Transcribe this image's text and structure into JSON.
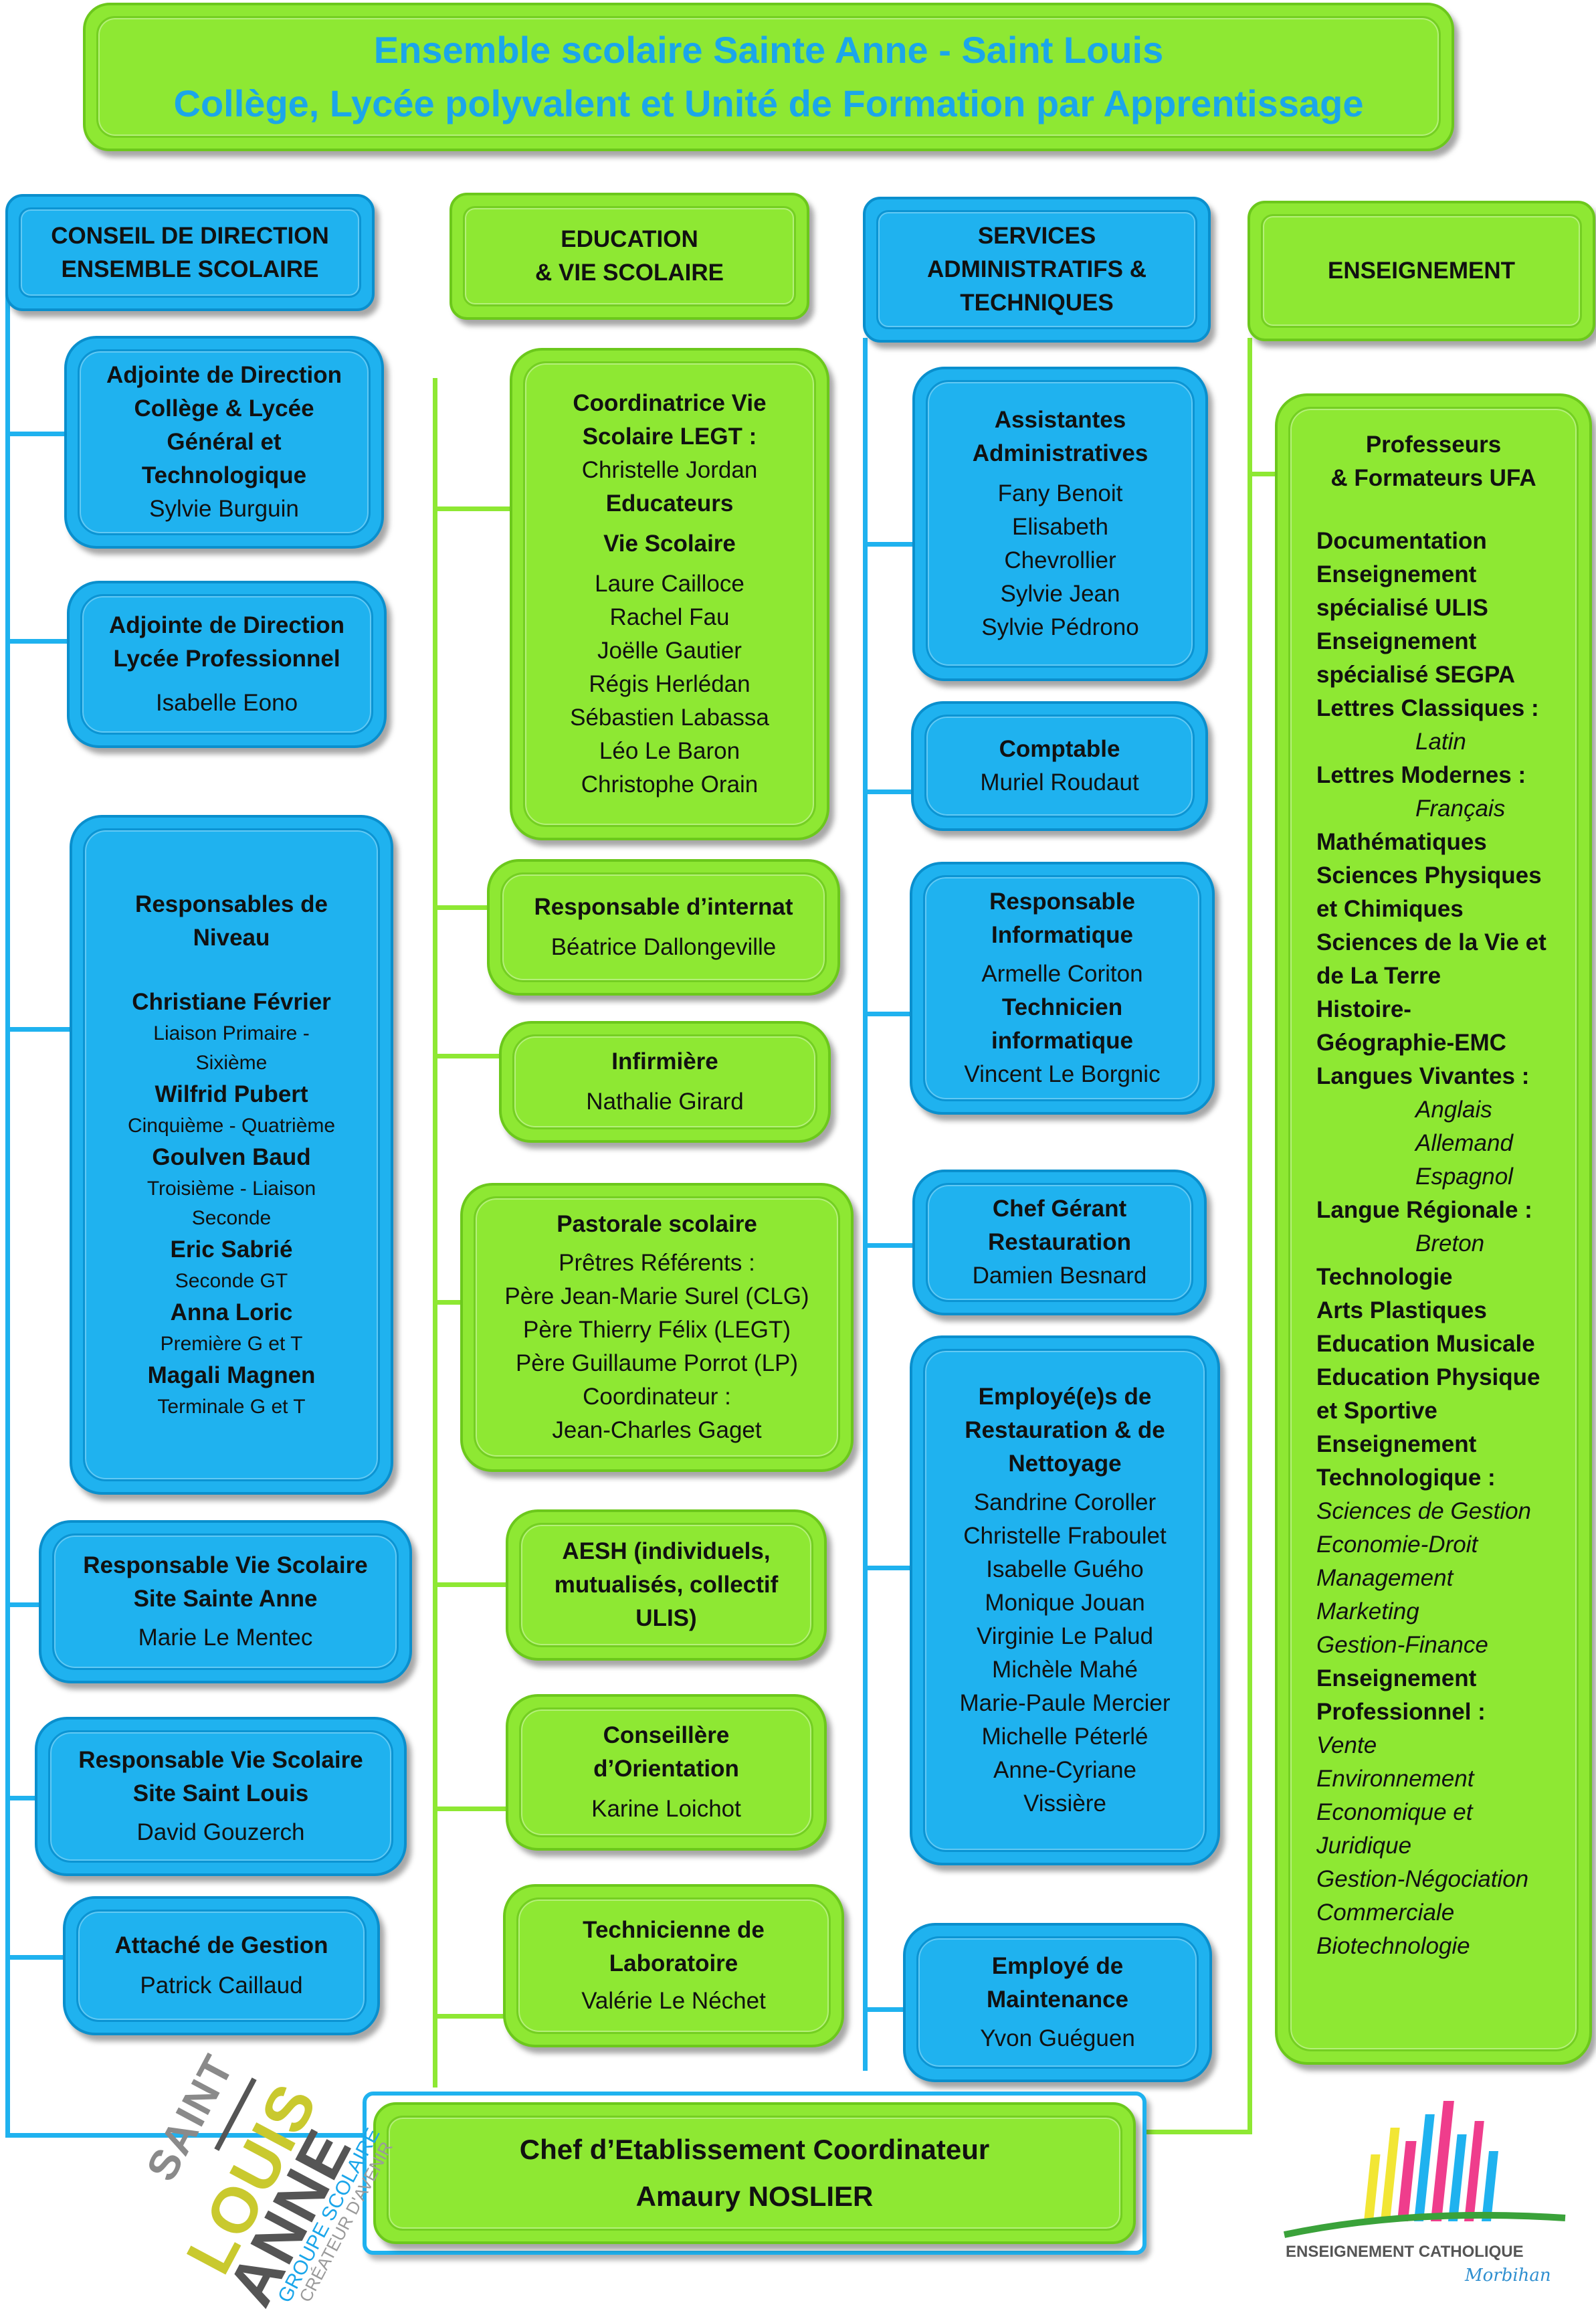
{
  "title": {
    "line1": "Ensemble scolaire Sainte Anne - Saint Louis",
    "line2": "Collège, Lycée polyvalent et Unité de Formation par Apprentissage"
  },
  "columns": {
    "direction": [
      "CONSEIL DE DIRECTION",
      "ENSEMBLE SCOLAIRE"
    ],
    "education": [
      "EDUCATION",
      "& VIE SCOLAIRE"
    ],
    "services": [
      "SERVICES",
      "ADMINISTRATIFS &",
      "TECHNIQUES"
    ],
    "enseignement": [
      "ENSEIGNEMENT"
    ]
  },
  "direction": {
    "adjointe_cl": [
      "Adjointe de Direction",
      "Collège & Lycée",
      "Général et",
      "Technologique",
      "Sylvie Burguin"
    ],
    "adjointe_lp": [
      "Adjointe de Direction",
      "Lycée Professionnel",
      "Isabelle Eono"
    ],
    "niveau": [
      "Responsables de",
      "Niveau",
      "Christiane Février",
      "Liaison Primaire -",
      "Sixième",
      "Wilfrid Pubert",
      "Cinquième - Quatrième",
      "Goulven Baud",
      "Troisième - Liaison",
      "Seconde",
      "Eric Sabrié",
      "Seconde GT",
      "Anna Loric",
      "Première G et T",
      "Magali Magnen",
      "Terminale G et T"
    ],
    "vs_anne": [
      "Responsable Vie Scolaire",
      "Site Sainte Anne",
      "Marie Le Mentec"
    ],
    "vs_louis": [
      "Responsable Vie Scolaire",
      "Site Saint Louis",
      "David Gouzerch"
    ],
    "attache": [
      "Attaché de Gestion",
      "Patrick Caillaud"
    ]
  },
  "education": {
    "coord": [
      "Coordinatrice Vie",
      "Scolaire LEGT :",
      "Christelle Jordan",
      "Educateurs",
      "Vie Scolaire",
      "Laure Cailloce",
      "Rachel Fau",
      "Joëlle Gautier",
      "Régis Herlédan",
      "Sébastien Labassa",
      "Léo Le Baron",
      "Christophe Orain"
    ],
    "internat": [
      "Responsable d’internat",
      "Béatrice Dallongeville"
    ],
    "infirmiere": [
      "Infirmière",
      "Nathalie Girard"
    ],
    "pastorale": [
      "Pastorale scolaire",
      "Prêtres Référents :",
      "Père Jean-Marie Surel (CLG)",
      "Père Thierry Félix (LEGT)",
      "Père Guillaume Porrot (LP)",
      "Coordinateur :",
      "Jean-Charles Gaget"
    ],
    "aesh": [
      "AESH (individuels,",
      "mutualisés, collectif",
      "ULIS)"
    ],
    "orientation": [
      "Conseillère",
      "d’Orientation",
      "Karine Loichot"
    ],
    "labo": [
      "Technicienne de",
      "Laboratoire",
      "Valérie Le Néchet"
    ]
  },
  "services": {
    "assistantes": [
      "Assistantes",
      "Administratives",
      "Fany Benoit",
      "Elisabeth",
      "Chevrollier",
      "Sylvie Jean",
      "Sylvie Pédrono"
    ],
    "comptable": [
      "Comptable",
      "Muriel Roudaut"
    ],
    "info": [
      "Responsable",
      "Informatique",
      "Armelle Coriton",
      "Technicien",
      "informatique",
      "Vincent Le Borgnic"
    ],
    "gerant": [
      "Chef Gérant",
      "Restauration",
      "Damien Besnard"
    ],
    "employes": [
      "Employé(e)s de",
      "Restauration & de",
      "Nettoyage",
      "Sandrine Coroller",
      "Christelle Fraboulet",
      "Isabelle Guého",
      "Monique Jouan",
      "Virginie Le Palud",
      "Michèle Mahé",
      "Marie-Paule Mercier",
      "Michelle Péterlé",
      "Anne-Cyriane",
      "Vissière"
    ],
    "maintenance": [
      "Employé de",
      "Maintenance",
      "Yvon Guéguen"
    ]
  },
  "enseignement": {
    "lines": [
      "Professeurs",
      "& Formateurs UFA",
      "Documentation",
      "Enseignement",
      "spécialisé ULIS",
      "Enseignement",
      "spécialisé SEGPA",
      "Lettres Classiques :",
      "Latin",
      "Lettres Modernes :",
      "Français",
      "Mathématiques",
      "Sciences Physiques",
      "et Chimiques",
      "Sciences de la Vie et",
      "de La Terre",
      "Histoire-",
      "Géographie-EMC",
      "Langues Vivantes :",
      "Anglais",
      "Allemand",
      "Espagnol",
      "Langue Régionale :",
      "Breton",
      "Technologie",
      "Arts Plastiques",
      "Education Musicale",
      "Education Physique",
      "et Sportive",
      "Enseignement",
      "Technologique :",
      "Sciences de Gestion",
      "Economie-Droit",
      "Management",
      "Marketing",
      "Gestion-Finance",
      "Enseignement",
      "Professionnel :",
      "Vente",
      "Environnement",
      "Economique et",
      "Juridique",
      "Gestion-Négociation",
      "Commerciale",
      "Biotechnologie"
    ]
  },
  "chef": [
    "Chef d’Etablissement Coordinateur",
    "Amaury NOSLIER"
  ],
  "logo_left": {
    "text": [
      "SAINT",
      "LOUIS",
      "ANNE",
      "GROUPE SCOLAIRE",
      "CRÉATEUR D'AVENIR"
    ]
  },
  "logo_right": {
    "text": [
      "ENSEIGNEMENT CATHOLIQUE",
      "Morbihan"
    ]
  }
}
